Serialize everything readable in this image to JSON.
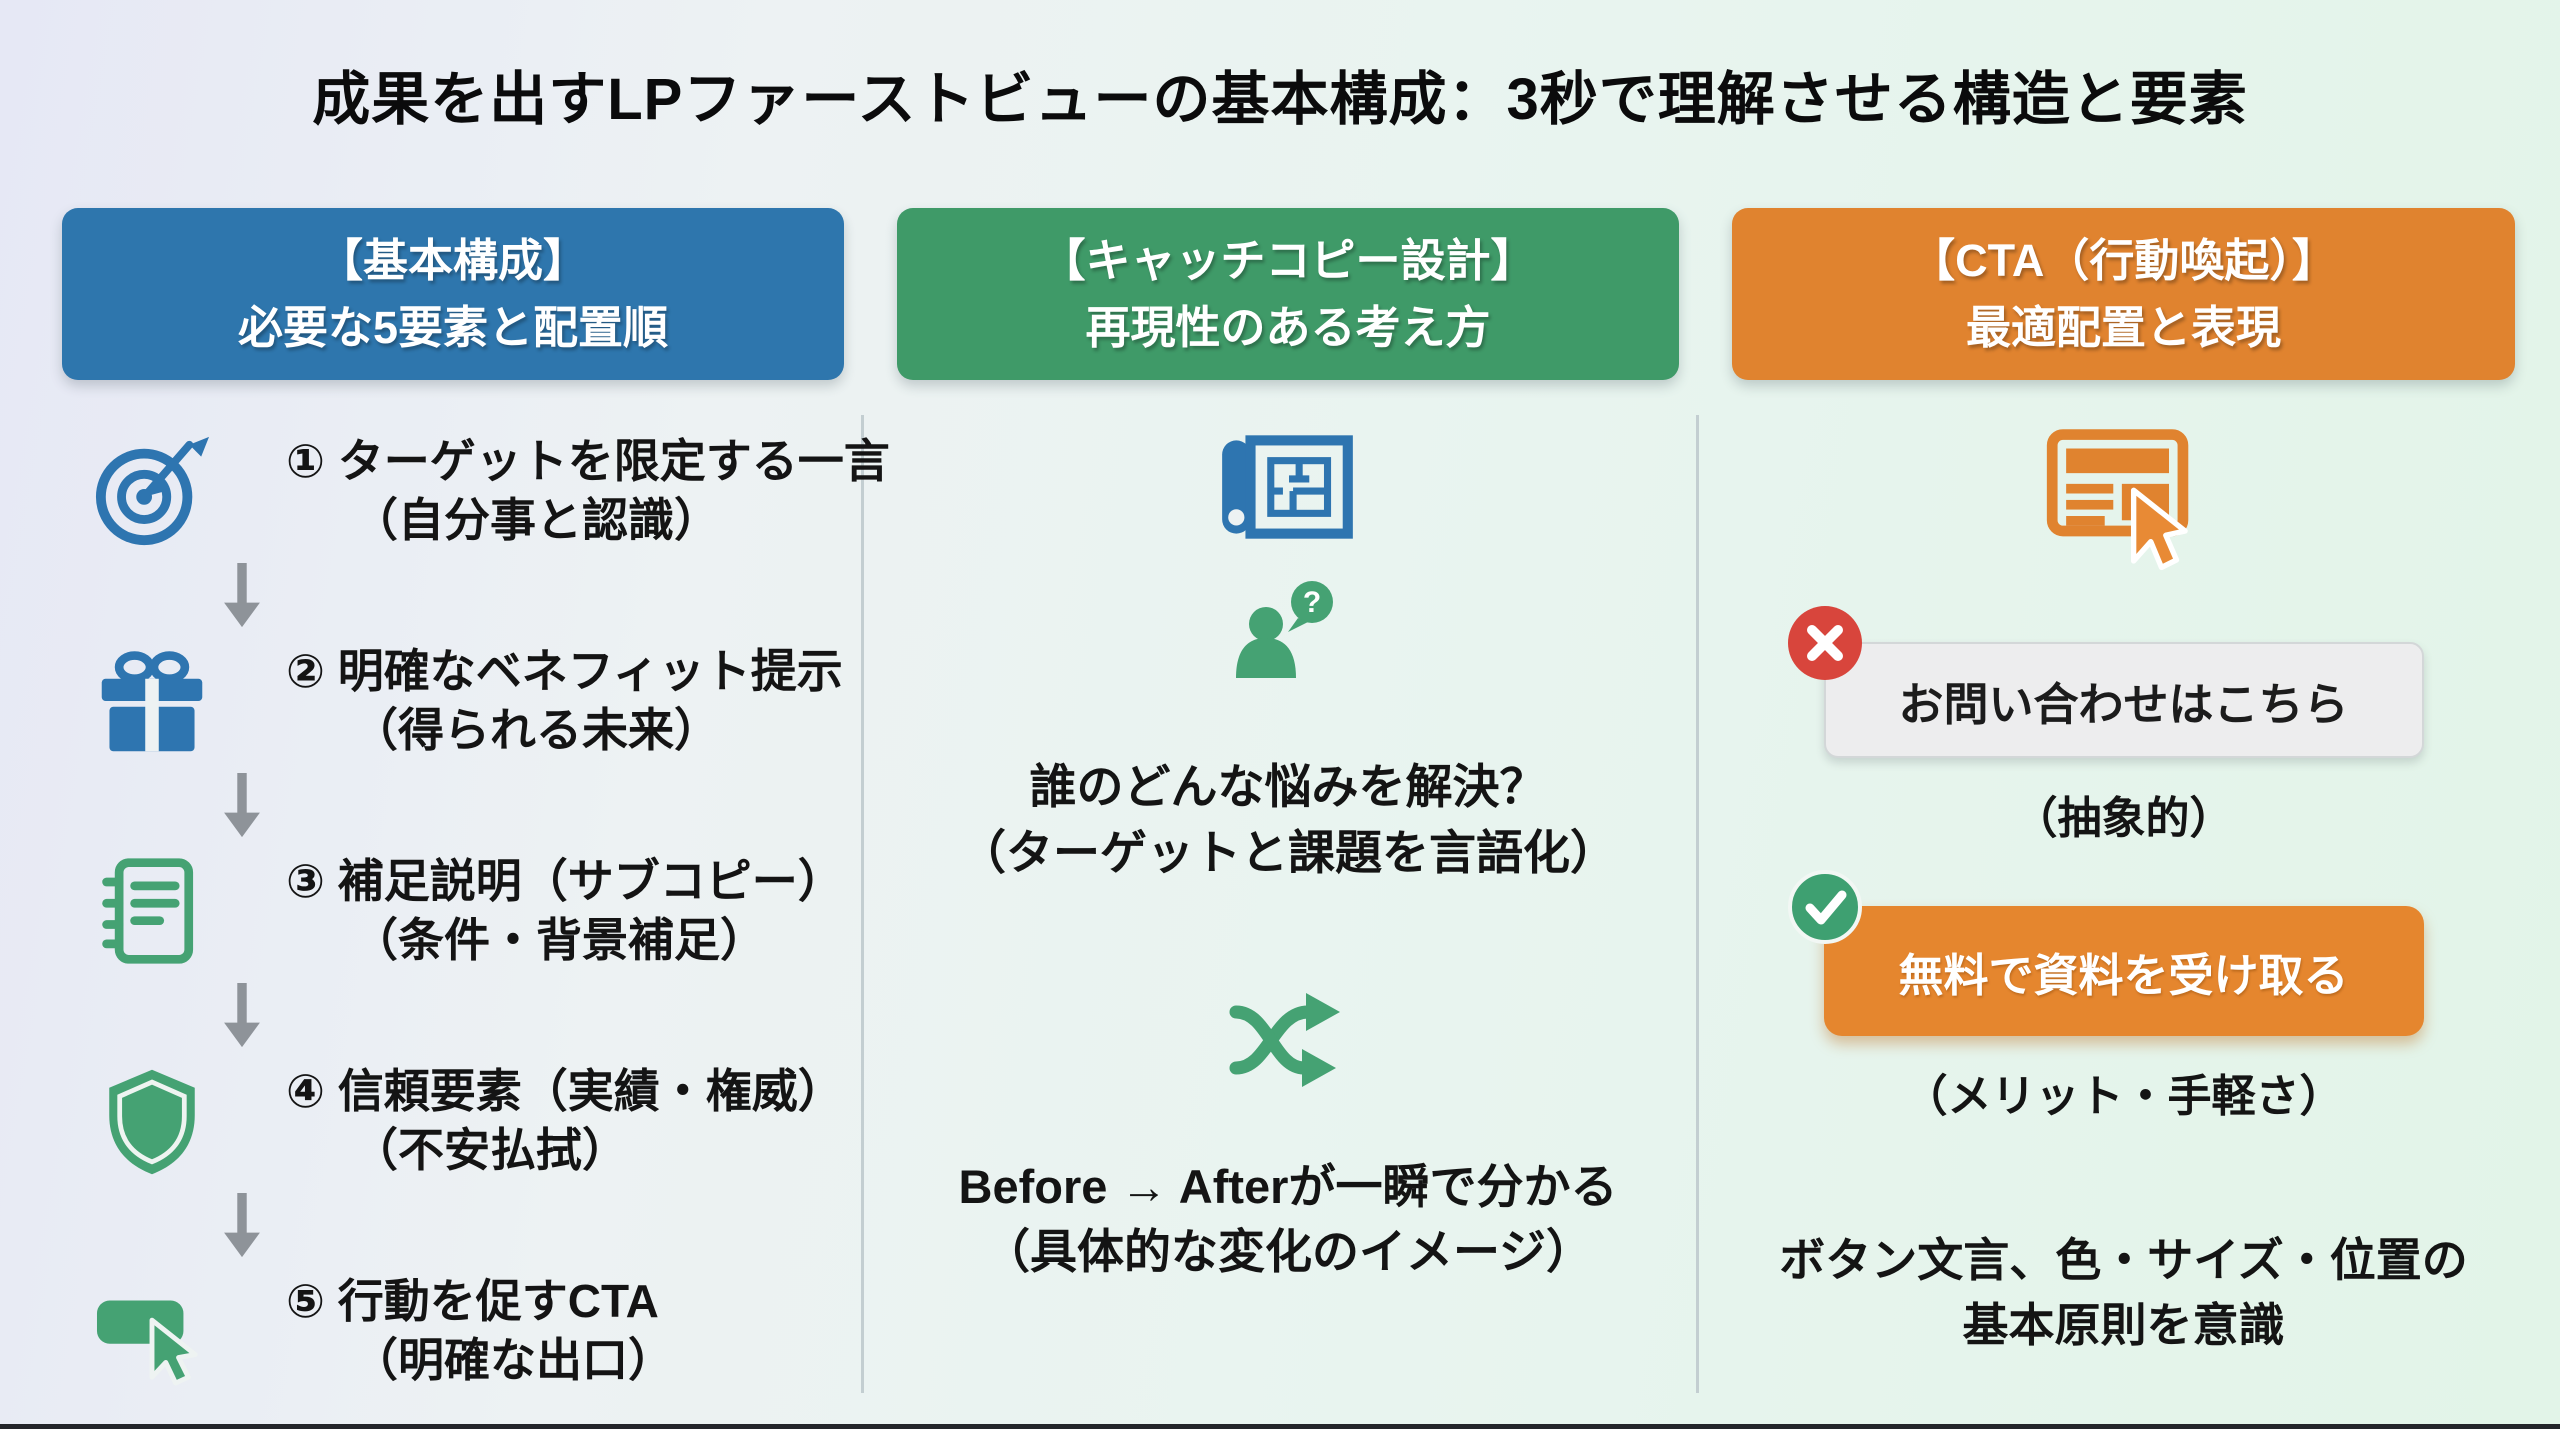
{
  "title": "成果を出すLPファーストビューの基本構成：3秒で理解させる構造と要素",
  "colors": {
    "headerBlue": "#2e76ad",
    "headerGreen": "#3f9a68",
    "headerOrange": "#e0832f",
    "iconBlue": "#2e75b0",
    "iconGreen": "#45a273",
    "arrowGray": "#8e9399",
    "badgeRed": "#d8453c",
    "badgeGreen": "#3ea071",
    "buttonGray": "#ededee",
    "buttonOrange": "#e5862e",
    "textDark": "#141414",
    "dividerGray": "#c3ced1"
  },
  "columns": [
    {
      "header": {
        "line1": "【基本構成】",
        "line2": "必要な5要素と配置順"
      },
      "items": [
        {
          "icon": "target-icon",
          "line1": "① ターゲットを限定する一言",
          "line2": "（自分事と認識）"
        },
        {
          "icon": "gift-icon",
          "line1": "② 明確なベネフィット提示",
          "line2": "（得られる未来）"
        },
        {
          "icon": "notebook-icon",
          "line1": "③ 補足説明（サブコピー）",
          "line2": "（条件・背景補足）"
        },
        {
          "icon": "shield-icon",
          "line1": "④ 信頼要素（実績・権威）",
          "line2": "（不安払拭）"
        },
        {
          "icon": "cta-button-icon",
          "line1": "⑤ 行動を促すCTA",
          "line2": "（明確な出口）"
        }
      ]
    },
    {
      "header": {
        "line1": "【キャッチコピー設計】",
        "line2": "再現性のある考え方"
      },
      "icons": [
        "blueprint-icon",
        "person-question-icon",
        "shuffle-icon"
      ],
      "text1": {
        "line1": "誰のどんな悩みを解決？",
        "line2": "（ターゲットと課題を言語化）"
      },
      "text2": {
        "line1": "Before → Afterが一瞬で分かる",
        "line2": "（具体的な変化のイメージ）"
      }
    },
    {
      "header": {
        "line1": "【CTA（行動喚起）】",
        "line2": "最適配置と表現"
      },
      "icon": "browser-click-icon",
      "bad_button": {
        "label": "お問い合わせはこちら",
        "badge": "x-badge-icon",
        "caption": "（抽象的）"
      },
      "good_button": {
        "label": "無料で資料を受け取る",
        "badge": "check-badge-icon",
        "caption": "（メリット・手軽さ）"
      },
      "note": {
        "line1": "ボタン文言、色・サイズ・位置の",
        "line2": "基本原則を意識"
      }
    }
  ]
}
